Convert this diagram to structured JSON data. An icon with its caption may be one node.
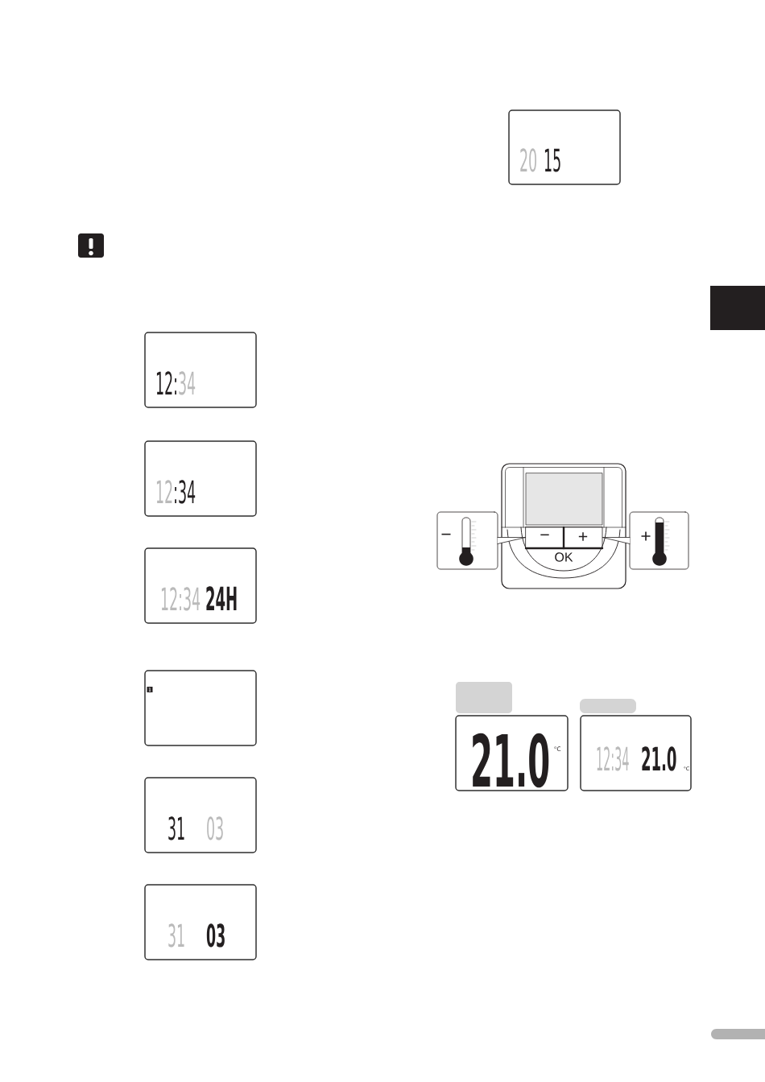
{
  "diagram": {
    "nodes": [
      {
        "text": [
          "12:",
          "34"
        ]
      },
      {
        "text": [
          "12",
          ":34"
        ]
      },
      {
        "text": [
          "12:34",
          "24H"
        ]
      },
      {
        "text": [
          "1"
        ]
      },
      {
        "text": [
          "31",
          "03"
        ]
      },
      {
        "text": [
          "31",
          "03"
        ]
      },
      {
        "text": [
          "20",
          "15"
        ]
      },
      {
        "text": [
          "−"
        ]
      },
      {
        "text": [],
        "shape": "picture"
      },
      {
        "text": [
          "−"
        ],
        "in": 8
      },
      {
        "text": [
          "+"
        ],
        "in": 8
      },
      {
        "text": [
          "OK"
        ],
        "in": 8
      },
      {
        "text": [
          "+"
        ]
      },
      {
        "text": [
          "21.0",
          "°C"
        ]
      },
      {
        "text": [
          "12:34",
          "21.0",
          "°C"
        ]
      }
    ],
    "edges": [
      {
        "from": 7,
        "to": 9,
        "arrow": "none"
      },
      {
        "from": 12,
        "to": 10,
        "arrow": "none"
      }
    ]
  }
}
